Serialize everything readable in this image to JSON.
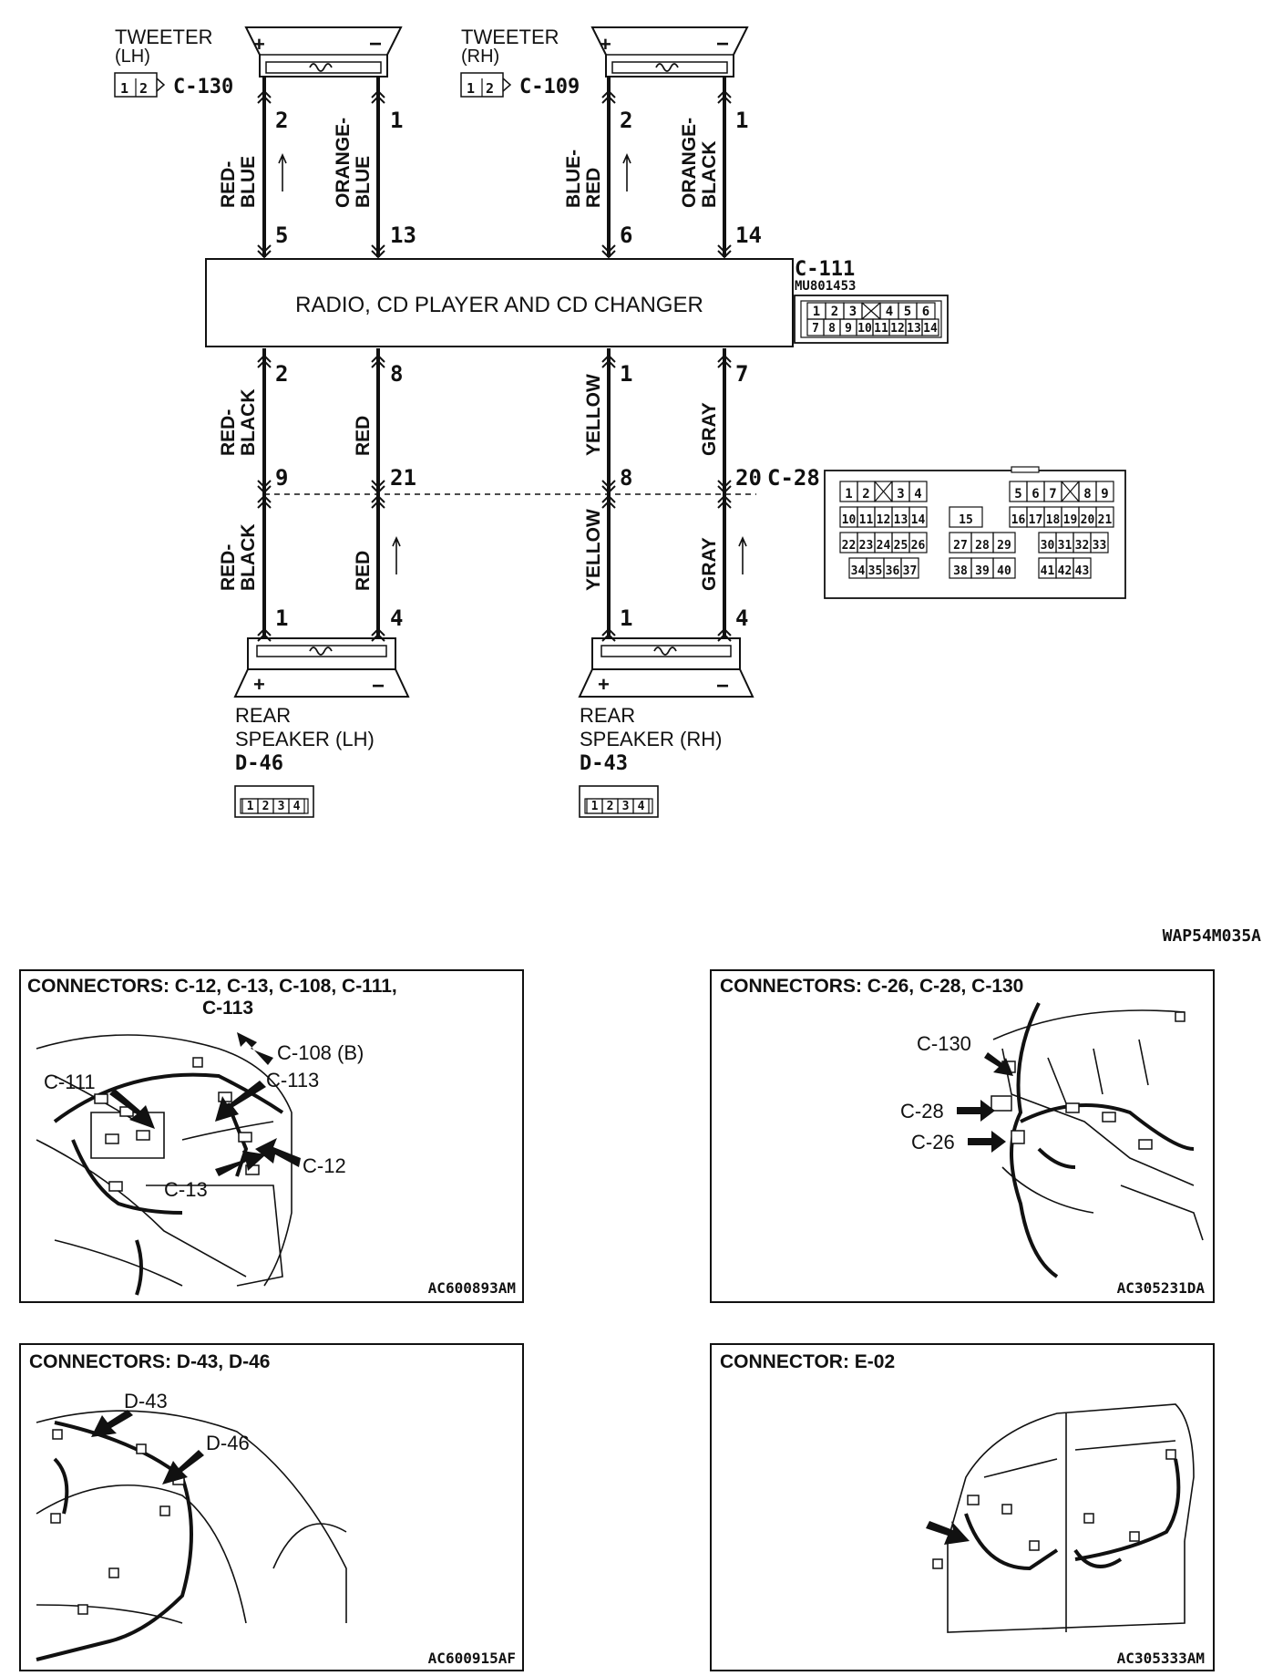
{
  "figure_id": "WAP54M035A",
  "head_unit": {
    "label": "RADIO, CD PLAYER AND CD CHANGER",
    "connector": "C-111",
    "part_no": "MU801453"
  },
  "junction": {
    "connector": "C-28"
  },
  "tweeters": [
    {
      "title": "TWEETER",
      "side": "(LH)",
      "connector": "C-130",
      "wires": [
        {
          "pin_top": "2",
          "pin_bottom": "5",
          "color1": "RED-",
          "color2": "BLUE"
        },
        {
          "pin_top": "1",
          "pin_bottom": "13",
          "color1": "ORANGE-",
          "color2": "BLUE"
        }
      ]
    },
    {
      "title": "TWEETER",
      "side": "(RH)",
      "connector": "C-109",
      "wires": [
        {
          "pin_top": "2",
          "pin_bottom": "6",
          "color1": "BLUE-",
          "color2": "RED"
        },
        {
          "pin_top": "1",
          "pin_bottom": "14",
          "color1": "ORANGE-",
          "color2": "BLACK"
        }
      ]
    }
  ],
  "rear_speakers": [
    {
      "line1": "REAR",
      "line2": "SPEAKER (LH)",
      "connector": "D-46",
      "wires": [
        {
          "pin_unit": "2",
          "pin_junction": "9",
          "pin_speaker": "1",
          "color_upper1": "RED-",
          "color_upper2": "BLACK",
          "color_lower1": "RED-",
          "color_lower2": "BLACK"
        },
        {
          "pin_unit": "8",
          "pin_junction": "21",
          "pin_speaker": "4",
          "color_upper1": "RED",
          "color_upper2": "",
          "color_lower1": "RED",
          "color_lower2": ""
        }
      ]
    },
    {
      "line1": "REAR",
      "line2": "SPEAKER (RH)",
      "connector": "D-43",
      "wires": [
        {
          "pin_unit": "1",
          "pin_junction": "8",
          "pin_speaker": "1",
          "color_upper1": "YELLOW",
          "color_upper2": "",
          "color_lower1": "YELLOW",
          "color_lower2": ""
        },
        {
          "pin_unit": "7",
          "pin_junction": "20",
          "pin_speaker": "4",
          "color_upper1": "GRAY",
          "color_upper2": "",
          "color_lower1": "GRAY",
          "color_lower2": ""
        }
      ]
    }
  ],
  "symbols": {
    "plus": "+",
    "minus": "−"
  },
  "connector_pins": {
    "c111_row1": [
      "1",
      "2",
      "3",
      "",
      "4",
      "5",
      "6"
    ],
    "c111_row2": [
      "7",
      "8",
      "9",
      "10",
      "11",
      "12",
      "13",
      "14"
    ],
    "c28_row1_left": [
      "1",
      "2",
      "",
      "3",
      "4"
    ],
    "c28_row1_right": [
      "5",
      "6",
      "7",
      "",
      "8",
      "9"
    ],
    "c28_row2_left": [
      "10",
      "11",
      "12",
      "13",
      "14"
    ],
    "c28_row2_mid": [
      "15"
    ],
    "c28_row2_right": [
      "16",
      "17",
      "18",
      "19",
      "20",
      "21"
    ],
    "c28_row3_left": [
      "22",
      "23",
      "24",
      "25",
      "26"
    ],
    "c28_row3_mid": [
      "27",
      "28",
      "29"
    ],
    "c28_row3_right": [
      "30",
      "31",
      "32",
      "33"
    ],
    "c28_row4_left": [
      "34",
      "35",
      "36",
      "37"
    ],
    "c28_row4_mid": [
      "38",
      "39",
      "40"
    ],
    "c28_row4_right": [
      "41",
      "42",
      "43"
    ],
    "tweeter_pins": [
      "1",
      "2"
    ],
    "speaker_pins": [
      "1",
      "2",
      "3",
      "4"
    ]
  },
  "panels": [
    {
      "title": "CONNECTORS: C-12, C-13, C-108, C-111,",
      "title2": "C-113",
      "code": "AC600893AM",
      "callouts": [
        "C-108 (B)",
        "C-111",
        "C-113",
        "C-12",
        "C-13"
      ]
    },
    {
      "title": "CONNECTORS: C-26, C-28, C-130",
      "title2": "",
      "code": "AC305231DA",
      "callouts": [
        "C-130",
        "C-28",
        "C-26"
      ]
    },
    {
      "title": "CONNECTORS: D-43, D-46",
      "title2": "",
      "code": "AC600915AF",
      "callouts": [
        "D-43",
        "D-46"
      ]
    },
    {
      "title": "CONNECTOR: E-02",
      "title2": "",
      "code": "AC305333AM",
      "callouts": []
    }
  ],
  "colors": {
    "line": "#111111",
    "background": "#ffffff"
  }
}
